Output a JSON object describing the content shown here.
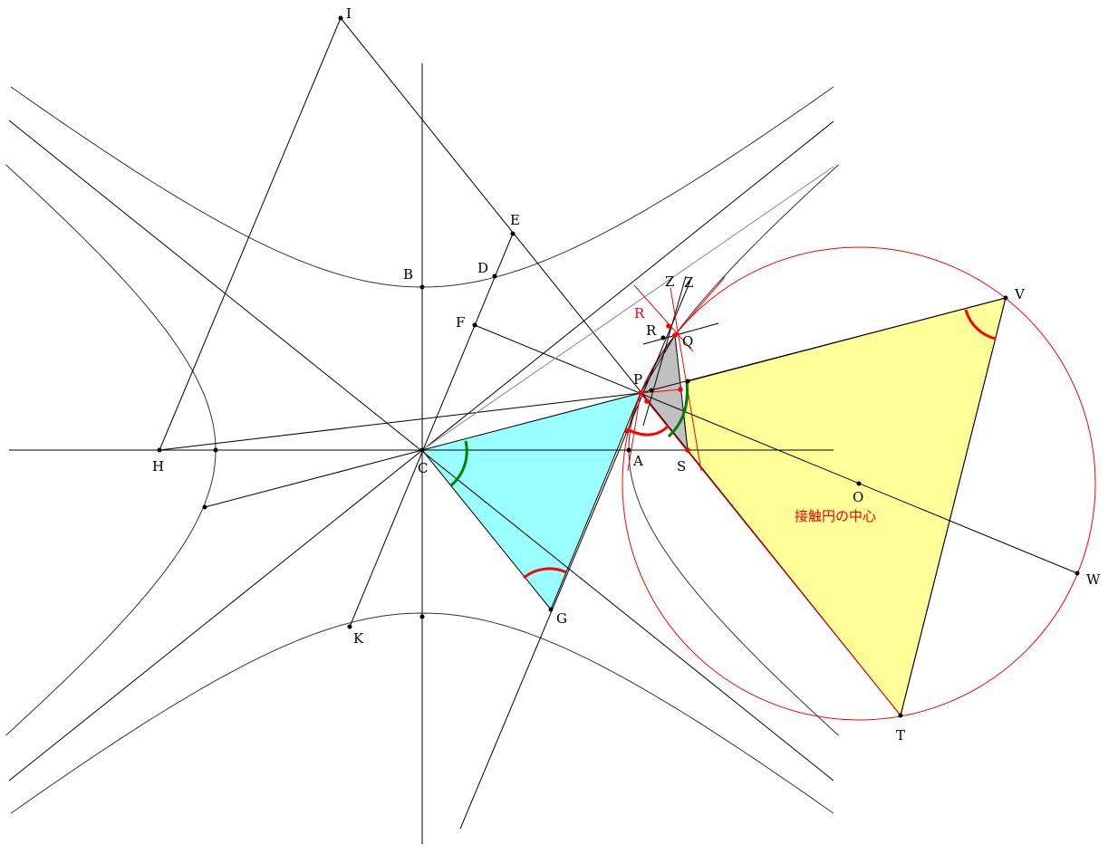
{
  "labels": {
    "I": "I",
    "E": "E",
    "D": "D",
    "B": "B",
    "F": "F",
    "H": "H",
    "C": "C",
    "A": "A",
    "S": "S",
    "G": "G",
    "K": "K",
    "P": "P",
    "Q": "Q",
    "R": "R",
    "R_red": "R",
    "Z1": "Z",
    "Z2": "Z",
    "V": "V",
    "T": "T",
    "W": "W",
    "O": "O"
  },
  "caption": "接触円の中心",
  "colors": {
    "cyan": "#99ffff",
    "yellow": "#ffff99",
    "gray": "#c0c0c0",
    "red": "#ff0000",
    "green": "#008000"
  }
}
